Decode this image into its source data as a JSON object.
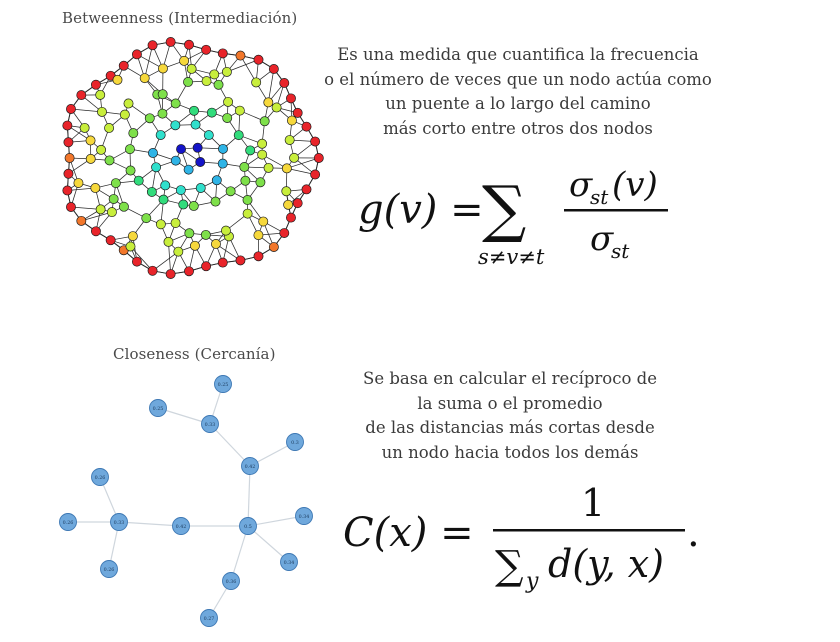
{
  "betweenness": {
    "title": "Betweenness (Intermediación)",
    "description": [
      "Es una medida que cuantifica la frecuencia",
      "o el número de veces que un nodo actúa como",
      "un puente a lo largo del camino",
      "más corto entre otros dos nodos"
    ],
    "formula": {
      "lhs": "g(v) =",
      "operator": "∑",
      "subscript": "s≠v≠t",
      "numerator": "σ",
      "numerator_sub": "st",
      "numerator_arg": "(v)",
      "denominator": "σ",
      "denominator_sub": "st"
    },
    "node_colors": [
      "#e8242a",
      "#f2772b",
      "#f6d83c",
      "#c8ee3c",
      "#7ee04a",
      "#32dc7c",
      "#30e0cc",
      "#2fb4e6",
      "#1a4fd8",
      "#1414c8"
    ]
  },
  "closeness": {
    "title": "Closeness (Cercanía)",
    "description": [
      "Se basa en calcular el recíproco de",
      "la suma o el promedio",
      "de las distancias más cortas desde",
      "un nodo hacia todos los demás"
    ],
    "formula": {
      "lhs": "C(x) =",
      "numerator": "1",
      "den_sum": "∑",
      "den_sub": "y",
      "den_rest": "d(y, x)",
      "period": "."
    },
    "node_fill": "#6fa8dc",
    "node_stroke": "#3d78b4",
    "nodes": [
      {
        "id": "a",
        "label": "0.25"
      },
      {
        "id": "b",
        "label": "0.25"
      },
      {
        "id": "c",
        "label": "0.33"
      },
      {
        "id": "d",
        "label": "0.3"
      },
      {
        "id": "e",
        "label": "0.42"
      },
      {
        "id": "f",
        "label": "0.34"
      },
      {
        "id": "g",
        "label": "0.26"
      },
      {
        "id": "h",
        "label": "0.26"
      },
      {
        "id": "i",
        "label": "0.33"
      },
      {
        "id": "j",
        "label": "0.42"
      },
      {
        "id": "k",
        "label": "0.5"
      },
      {
        "id": "l",
        "label": "0.34"
      },
      {
        "id": "m",
        "label": "0.26"
      },
      {
        "id": "n",
        "label": "0.34"
      },
      {
        "id": "o",
        "label": "0.36"
      },
      {
        "id": "p",
        "label": "0.27"
      }
    ],
    "edges": [
      [
        "a",
        "c"
      ],
      [
        "b",
        "c"
      ],
      [
        "c",
        "e"
      ],
      [
        "d",
        "e"
      ],
      [
        "e",
        "k"
      ],
      [
        "f",
        "k"
      ],
      [
        "g",
        "i"
      ],
      [
        "h",
        "i"
      ],
      [
        "i",
        "m"
      ],
      [
        "i",
        "j"
      ],
      [
        "j",
        "k"
      ],
      [
        "k",
        "n"
      ],
      [
        "k",
        "o"
      ],
      [
        "o",
        "p"
      ]
    ]
  }
}
